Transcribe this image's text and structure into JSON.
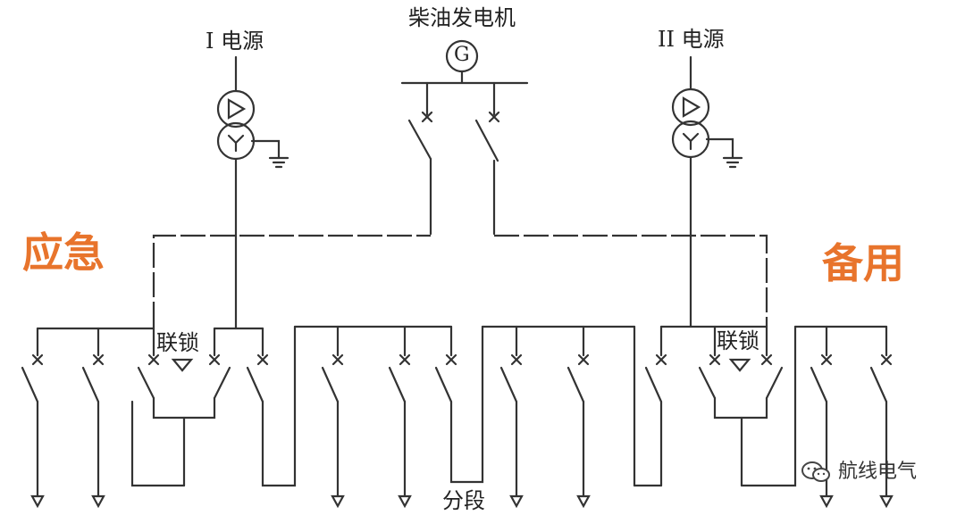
{
  "labels": {
    "source1": "I 电源",
    "generator": "柴油发电机",
    "generator_symbol": "G",
    "source2": "II 电源",
    "interlock": "联锁",
    "section": "分段"
  },
  "annotations": {
    "left": "应急",
    "right": "备用"
  },
  "watermark": {
    "text": "航线电气"
  },
  "colors": {
    "accent": "#e8742c",
    "line": "#333333"
  }
}
